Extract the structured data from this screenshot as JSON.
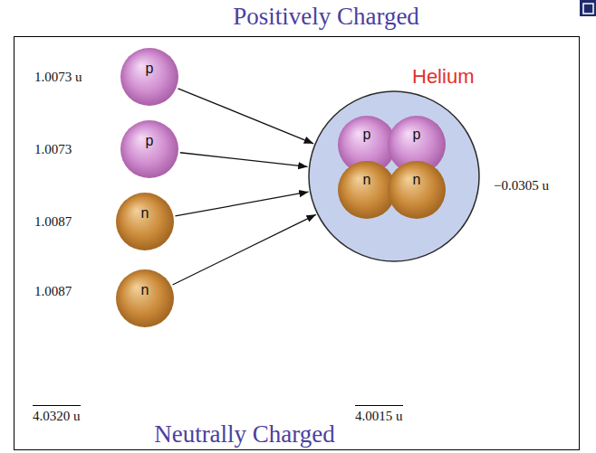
{
  "diagram": {
    "nodes": [
      {
        "text": [
          "p"
        ]
      },
      {
        "text": [
          "p"
        ]
      },
      {
        "text": [
          "n"
        ]
      },
      {
        "text": [
          "n"
        ]
      },
      {
        "text": [
          "Helium"
        ]
      },
      {
        "text": [
          "p"
        ],
        "in": 4
      },
      {
        "text": [
          "p"
        ],
        "in": 4
      },
      {
        "text": [
          "n"
        ],
        "in": 4
      },
      {
        "text": [
          "n"
        ],
        "in": 4
      }
    ],
    "edges": [
      {
        "from": 0,
        "to": 4,
        "arrow": "to"
      },
      {
        "from": 1,
        "to": 4,
        "arrow": "to"
      },
      {
        "from": 2,
        "to": 4,
        "arrow": "to"
      },
      {
        "from": 3,
        "to": 4,
        "arrow": "to"
      }
    ],
    "labels": [
      "Positively Charged",
      "1.0073 u",
      "1.0073",
      "1.0087",
      "1.0087",
      "−0.0305 u",
      "4.0320 u",
      "4.0015 u",
      "Neutrally Charged"
    ]
  }
}
